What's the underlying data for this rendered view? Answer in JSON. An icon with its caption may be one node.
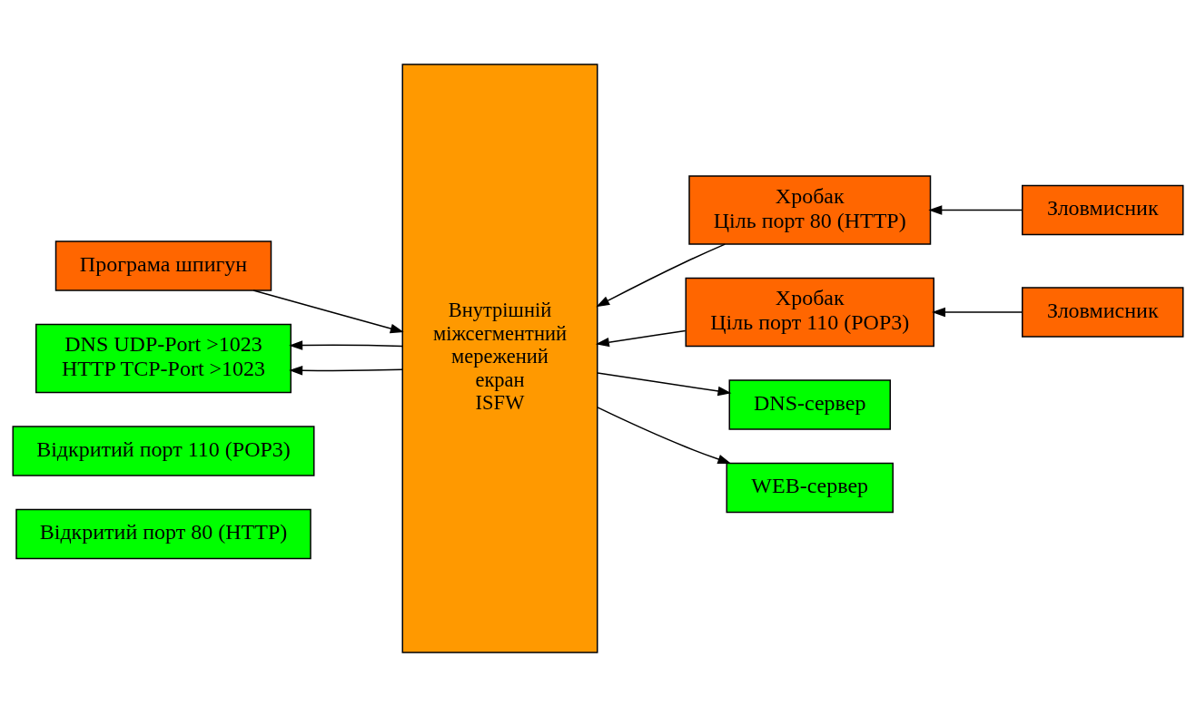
{
  "diagram": {
    "nodes": [
      {
        "text": [
          "Відкритий порт 80 (HTTP)"
        ]
      },
      {
        "text": [
          "Відкритий порт 110 (POP3)"
        ]
      },
      {
        "text": [
          "Внутрішній міжсегментний мережений екран ISFW"
        ]
      },
      {
        "text": [
          "Хробак",
          "Ціль порт 80 (HTTP)"
        ]
      },
      {
        "text": [
          "Зловмисник"
        ]
      },
      {
        "text": [
          "Хробак",
          "Ціль порт 110 (POP3)"
        ]
      },
      {
        "text": [
          "Зловмисник"
        ]
      },
      {
        "text": [
          "Програма шпигун"
        ]
      },
      {
        "text": [
          "DNS UDP-Port >1023",
          "HTTP TCP-Port >1023"
        ]
      },
      {
        "text": [
          "DNS-сервер"
        ]
      },
      {
        "text": [
          "WEB-сервер"
        ]
      }
    ],
    "edges": [
      {
        "from": 4,
        "to": 3,
        "arrow": "to"
      },
      {
        "from": 3,
        "to": 2,
        "arrow": "to"
      },
      {
        "from": 6,
        "to": 5,
        "arrow": "to"
      },
      {
        "from": 5,
        "to": 2,
        "arrow": "to"
      },
      {
        "from": 7,
        "to": 2,
        "arrow": "to"
      },
      {
        "from": 2,
        "to": 8,
        "arrow": "to"
      },
      {
        "from": 2,
        "to": 9,
        "arrow": "to"
      },
      {
        "from": 2,
        "to": 8,
        "arrow": "to"
      },
      {
        "from": 2,
        "to": 10,
        "arrow": "to"
      }
    ]
  }
}
